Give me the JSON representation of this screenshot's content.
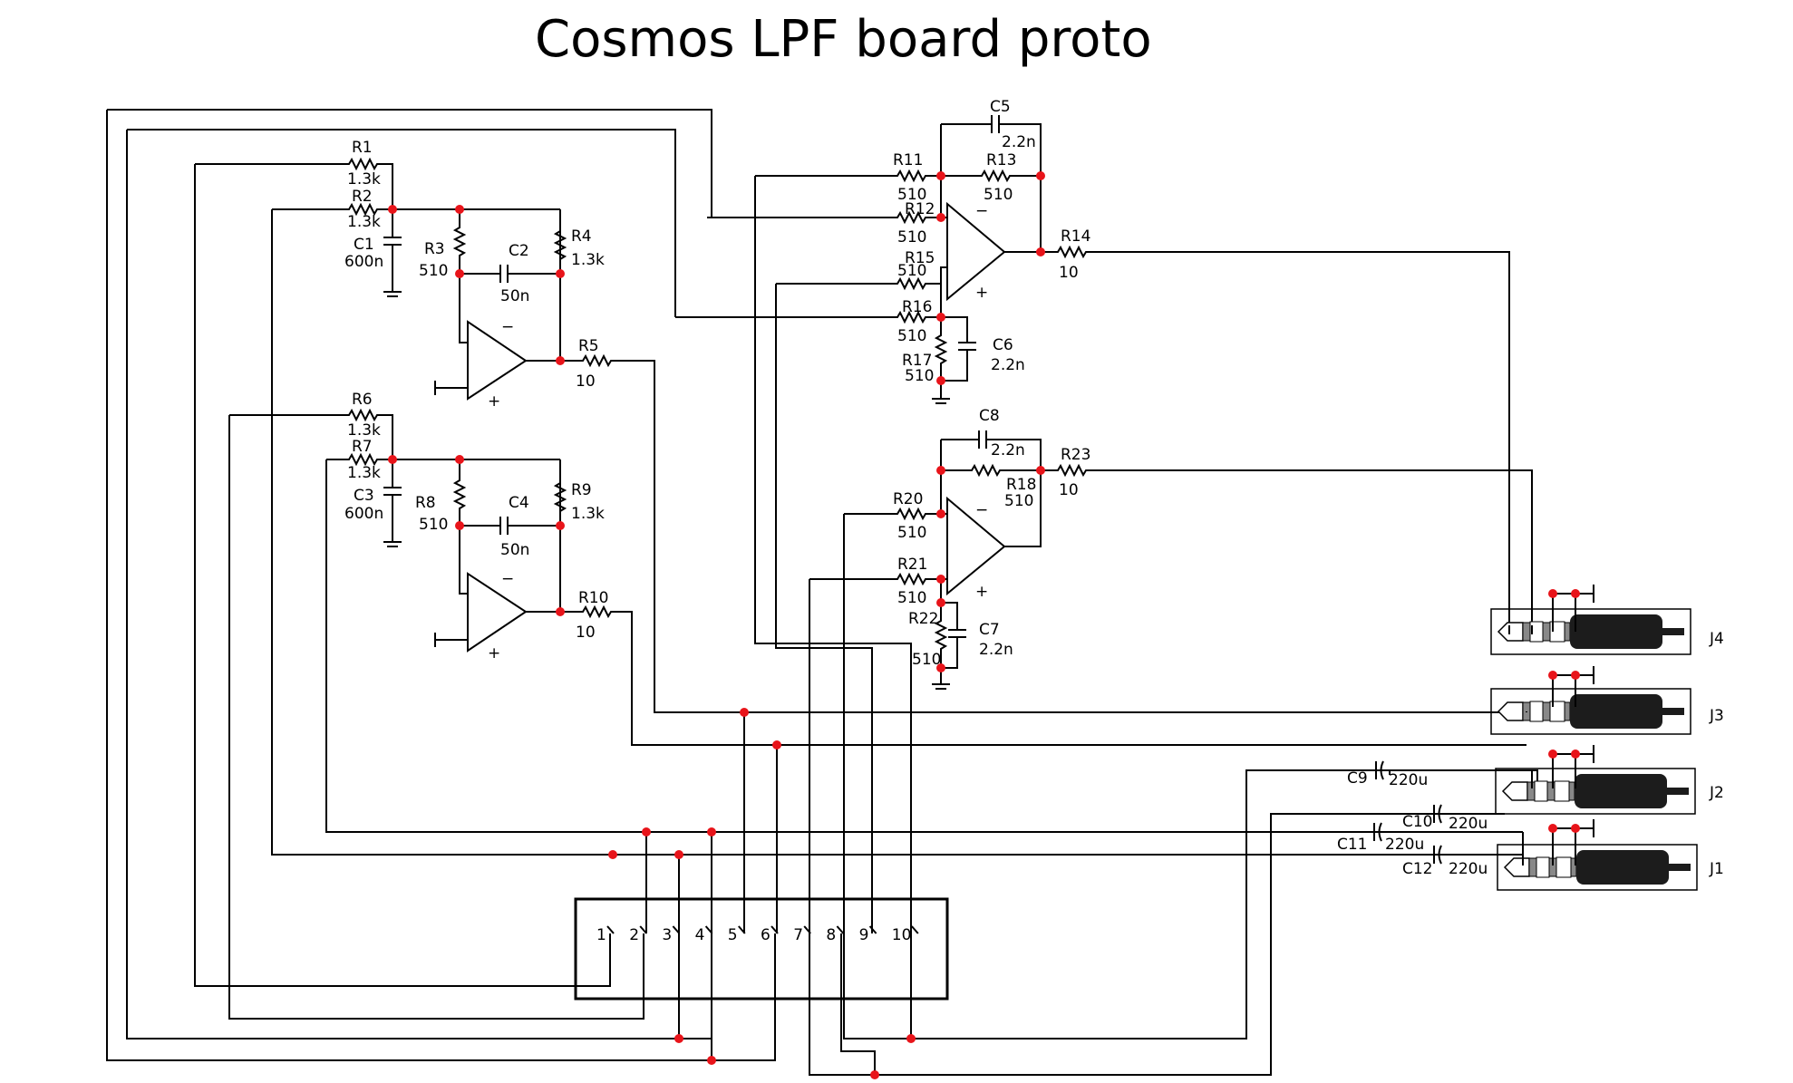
{
  "title": "Cosmos LPF board proto",
  "colors": {
    "wire": "#000000",
    "junction": "#e8141a",
    "background": "#ffffff"
  },
  "components": {
    "R1": {
      "ref": "R1",
      "value": "1.3k"
    },
    "R2": {
      "ref": "R2",
      "value": "1.3k"
    },
    "C1": {
      "ref": "C1",
      "value": "600n"
    },
    "R3": {
      "ref": "R3",
      "value": "510"
    },
    "C2": {
      "ref": "C2",
      "value": "50n"
    },
    "R4": {
      "ref": "R4",
      "value": "1.3k"
    },
    "R5": {
      "ref": "R5",
      "value": "10"
    },
    "R6": {
      "ref": "R6",
      "value": "1.3k"
    },
    "R7": {
      "ref": "R7",
      "value": "1.3k"
    },
    "C3": {
      "ref": "C3",
      "value": "600n"
    },
    "R8": {
      "ref": "R8",
      "value": "510"
    },
    "C4": {
      "ref": "C4",
      "value": "50n"
    },
    "R9": {
      "ref": "R9",
      "value": "1.3k"
    },
    "R10": {
      "ref": "R10",
      "value": "10"
    },
    "C5": {
      "ref": "C5",
      "value": "2.2n"
    },
    "R11": {
      "ref": "R11",
      "value": "510"
    },
    "R12": {
      "ref": "R12",
      "value": "510"
    },
    "R13": {
      "ref": "R13",
      "value": "510"
    },
    "R14": {
      "ref": "R14",
      "value": "10"
    },
    "R15": {
      "ref": "R15",
      "value": "510"
    },
    "R16": {
      "ref": "R16",
      "value": "510"
    },
    "R17": {
      "ref": "R17",
      "value": "510"
    },
    "C6": {
      "ref": "C6",
      "value": "2.2n"
    },
    "C8": {
      "ref": "C8",
      "value": "2.2n"
    },
    "R18": {
      "ref": "R18",
      "value": "510"
    },
    "R23": {
      "ref": "R23",
      "value": "10"
    },
    "R20": {
      "ref": "R20",
      "value": "510"
    },
    "R21": {
      "ref": "R21",
      "value": "510"
    },
    "R22": {
      "ref": "R22",
      "value": "510"
    },
    "C7": {
      "ref": "C7",
      "value": "2.2n"
    },
    "C9": {
      "ref": "C9",
      "value": "220u"
    },
    "C10": {
      "ref": "C10",
      "value": "220u"
    },
    "C11": {
      "ref": "C11",
      "value": "220u"
    },
    "C12": {
      "ref": "C12",
      "value": "220u"
    }
  },
  "jacks": [
    "J4",
    "J3",
    "J2",
    "J1"
  ],
  "opamp_signs": {
    "minus": "−",
    "plus": "+"
  },
  "connector_pins": [
    "1",
    "2",
    "3",
    "4",
    "5",
    "6",
    "7",
    "8",
    "9",
    "10"
  ]
}
